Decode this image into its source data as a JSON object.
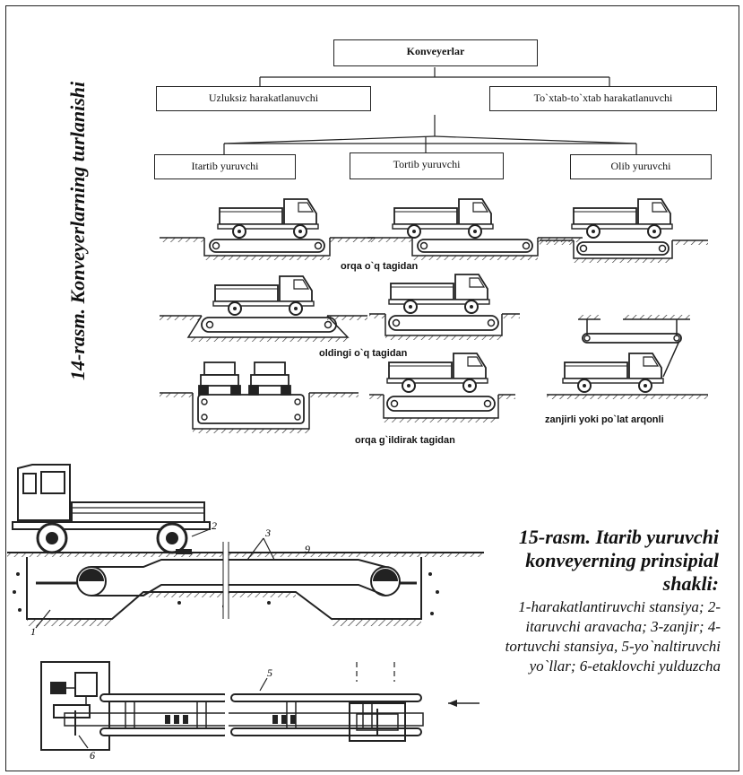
{
  "figure14": {
    "side_title": "14-rasm. Konveyerlarning turlanishi",
    "root": "Konveyerlar",
    "level2": [
      "Uzluksiz harakatlanuvchi",
      "To`xtab-to`xtab harakatlanuvchi"
    ],
    "level3": [
      "Itartib yuruvchi",
      "Tortib yuruvchi",
      "Olib yuruvchi"
    ],
    "captions": {
      "rear_axle": "orqa o`q tagidan",
      "front_axle": "oldingi o`q tagidan",
      "rear_wheel": "orqa g`ildirak tagidan",
      "chain_or_cable": "zanjirli yoki po`lat arqonli"
    }
  },
  "figure15": {
    "title": "15-rasm. Itarib yuruvchi konveyerning prinsipial shakli:",
    "legend": "1-harakatlantiruvchi stansiya; 2-itaruvchi aravacha; 3-zanjir; 4-tortuvchi stansiya, 5-yo`naltiruvchi yo`llar; 6-etaklovchi yulduzcha",
    "labels": [
      "1",
      "2",
      "3",
      "5",
      "6",
      "9"
    ]
  }
}
